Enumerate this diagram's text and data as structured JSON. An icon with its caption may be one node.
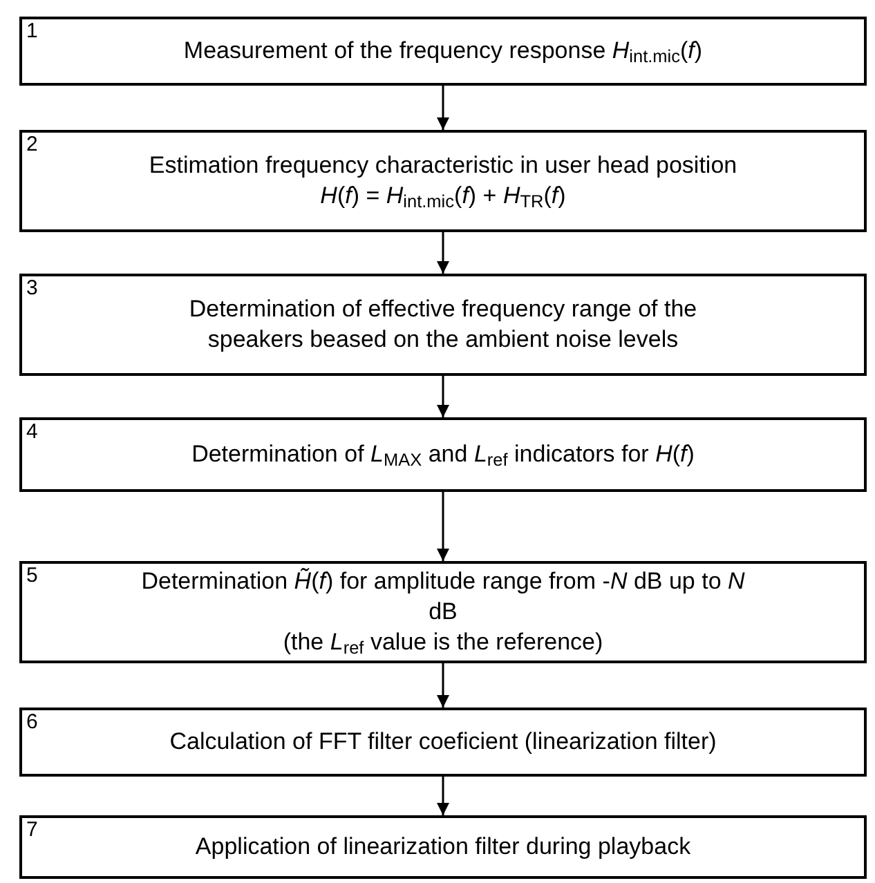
{
  "diagram": {
    "nodes": [
      {
        "text": [
          "1",
          "Measurement of the frequency response *H*$_{int.mic}$(*f*)"
        ]
      },
      {
        "text": [
          "2",
          "Estimation frequency characteristic in user head position",
          "*H*(*f*) = *H*$_{int.mic}$(*f*) + *H*$_{TR}$(*f*)"
        ]
      },
      {
        "text": [
          "3",
          "Determination of effective frequency range of the speakers beased on the ambient noise levels"
        ]
      },
      {
        "text": [
          "4",
          "Determination of *L*$_{MAX}$ and *L*$_{ref}$ indicators for *H*(*f*)"
        ]
      },
      {
        "text": [
          "5",
          "Determination *H̃*(*f*) for amplitude range  from -*N* dB up to *N* dB",
          "(the *L*$_{ref}$ value is the reference)"
        ]
      },
      {
        "text": [
          "6",
          "Calculation of  FFT filter coeficient (linearization filter)"
        ]
      },
      {
        "text": [
          "7",
          "Application of linearization filter during playback"
        ]
      }
    ],
    "edges": [
      {
        "from": 0,
        "to": 1,
        "arrow": "to"
      },
      {
        "from": 1,
        "to": 2,
        "arrow": "to"
      },
      {
        "from": 2,
        "to": 3,
        "arrow": "to"
      },
      {
        "from": 3,
        "to": 4,
        "arrow": "to"
      },
      {
        "from": 4,
        "to": 5,
        "arrow": "to"
      },
      {
        "from": 5,
        "to": 6,
        "arrow": "to"
      }
    ]
  }
}
